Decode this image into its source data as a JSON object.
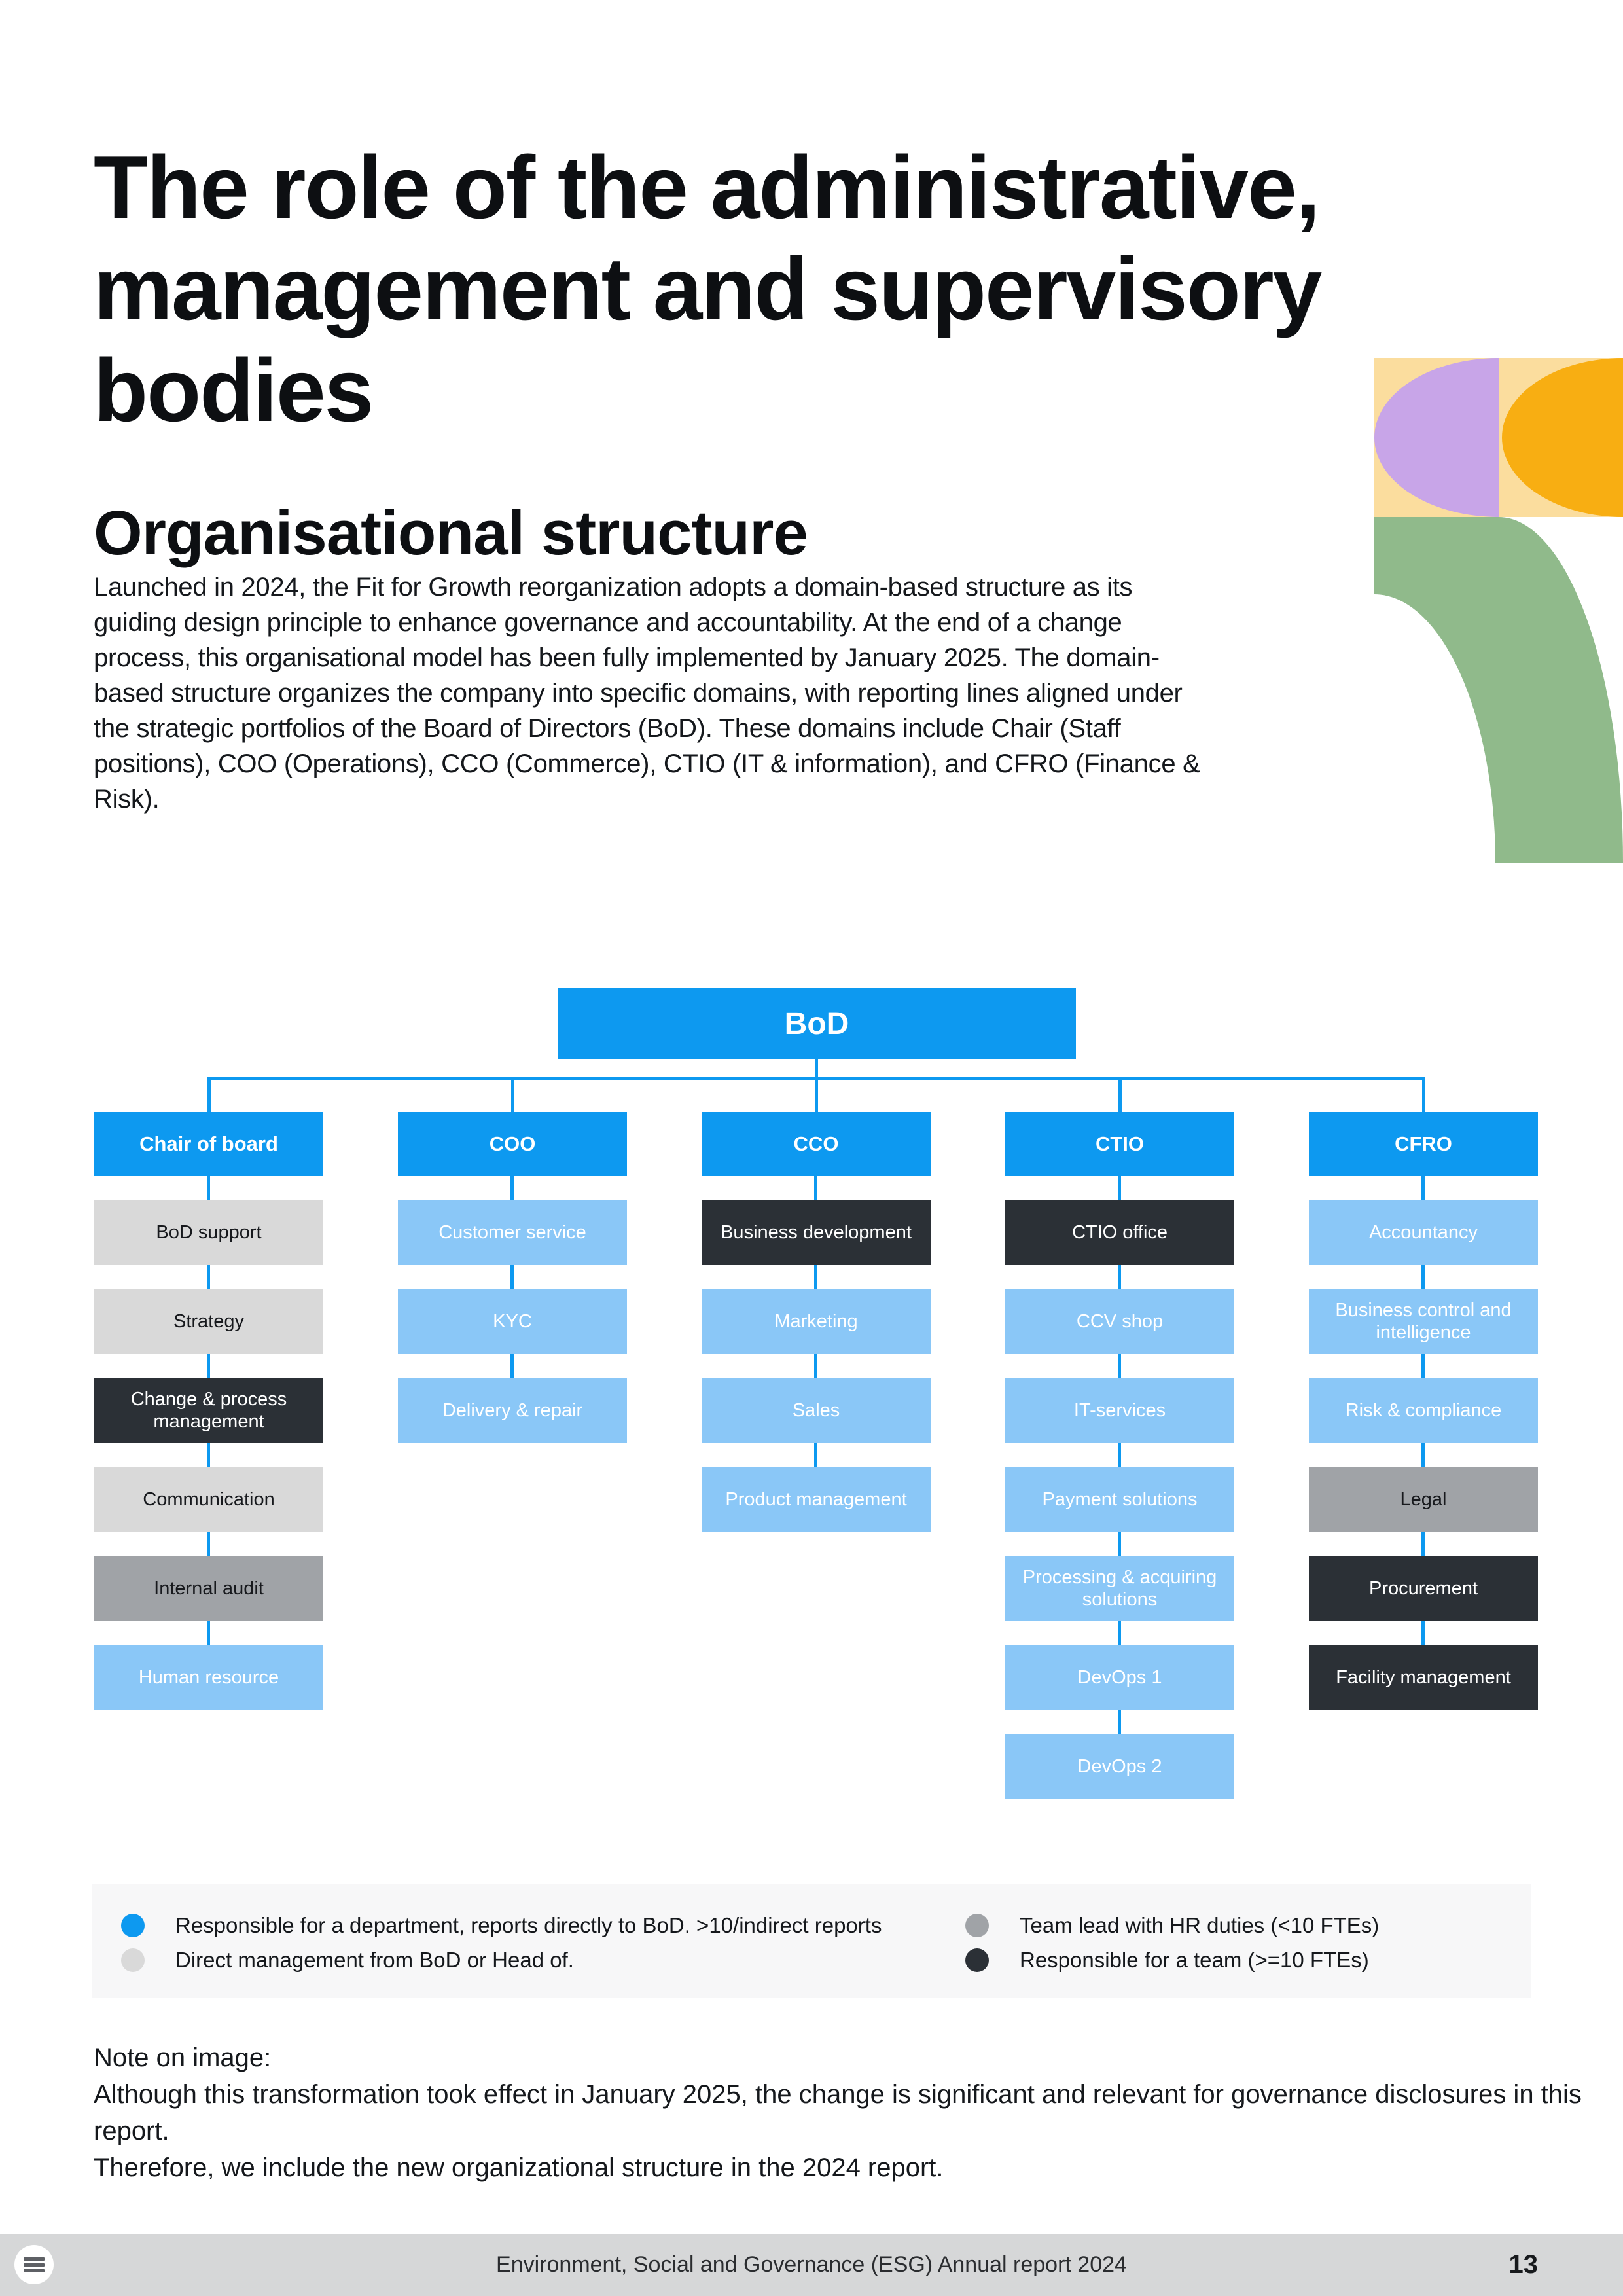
{
  "page": {
    "title_lines": [
      "The role of the administrative,",
      "management and supervisory",
      "bodies"
    ],
    "section_heading": "Organisational structure",
    "intro": "Launched in 2024, the Fit for Growth reorganization adopts a domain-based structure as its guiding design principle to enhance governance and accountability. At the end of a change process, this organisational model has been fully implemented by January 2025. The domain-based structure organizes the company into specific domains, with reporting lines aligned under the strategic portfolios of the Board of Directors (BoD). These domains include Chair (Staff positions), COO (Operations), CCO (Commerce), CTIO (IT & information), and CFRO (Finance & Risk)."
  },
  "org_chart": {
    "root_label": "BoD",
    "columns": [
      {
        "header": "Chair of board",
        "items": [
          {
            "label": "BoD support",
            "variant": "gray"
          },
          {
            "label": "Strategy",
            "variant": "gray"
          },
          {
            "label": "Change & process management",
            "variant": "dark"
          },
          {
            "label": "Communication",
            "variant": "gray"
          },
          {
            "label": "Internal audit",
            "variant": "mid"
          },
          {
            "label": "Human resource",
            "variant": "light"
          }
        ]
      },
      {
        "header": "COO",
        "items": [
          {
            "label": "Customer service",
            "variant": "light"
          },
          {
            "label": "KYC",
            "variant": "light"
          },
          {
            "label": "Delivery & repair",
            "variant": "light"
          }
        ]
      },
      {
        "header": "CCO",
        "items": [
          {
            "label": "Business development",
            "variant": "dark"
          },
          {
            "label": "Marketing",
            "variant": "light"
          },
          {
            "label": "Sales",
            "variant": "light"
          },
          {
            "label": "Product management",
            "variant": "light"
          }
        ]
      },
      {
        "header": "CTIO",
        "items": [
          {
            "label": "CTIO office",
            "variant": "dark"
          },
          {
            "label": "CCV shop",
            "variant": "light"
          },
          {
            "label": "IT-services",
            "variant": "light"
          },
          {
            "label": "Payment solutions",
            "variant": "light"
          },
          {
            "label": "Processing & acquiring solutions",
            "variant": "light"
          },
          {
            "label": "DevOps 1",
            "variant": "light"
          },
          {
            "label": "DevOps 2",
            "variant": "light"
          }
        ]
      },
      {
        "header": "CFRO",
        "items": [
          {
            "label": "Accountancy",
            "variant": "light"
          },
          {
            "label": "Business control and intelligence",
            "variant": "light"
          },
          {
            "label": "Risk & compliance",
            "variant": "light"
          },
          {
            "label": "Legal",
            "variant": "mid"
          },
          {
            "label": "Procurement",
            "variant": "dark"
          },
          {
            "label": "Facility management",
            "variant": "dark"
          }
        ]
      }
    ]
  },
  "legend": {
    "items": [
      {
        "label": "Responsible for a department, reports directly to BoD. >10/indirect reports",
        "color": "#0d99f0"
      },
      {
        "label": "Direct management from BoD or Head of.",
        "color": "#d9d9d9"
      },
      {
        "label": "Team lead with HR duties (<10 FTEs)",
        "color": "#a0a3a7"
      },
      {
        "label": "Responsible for a team (>=10 FTEs)",
        "color": "#2b3036"
      }
    ]
  },
  "note": {
    "heading": "Note on image:",
    "lines": [
      "Although this transformation took effect in January 2025, the change is significant and relevant for governance disclosures in this report.",
      "Therefore, we include the new organizational structure in the 2024 report."
    ]
  },
  "footer": {
    "title": "Environment, Social and Governance (ESG) Annual report 2024",
    "page_number": "13"
  },
  "colors": {
    "accent_blue": "#0d99f0",
    "light_blue": "#8ac7f7",
    "light_gray": "#d9d9d9",
    "mid_gray": "#a0a3a7",
    "dark_charcoal": "#2b3036",
    "decor_yellow": "#fbdd9e",
    "decor_purple": "#c8a5e8",
    "decor_orange": "#f8ae12",
    "decor_green": "#90ba8b",
    "footer_bar": "#d6d7d8",
    "legend_panel": "#f7f7f8"
  }
}
